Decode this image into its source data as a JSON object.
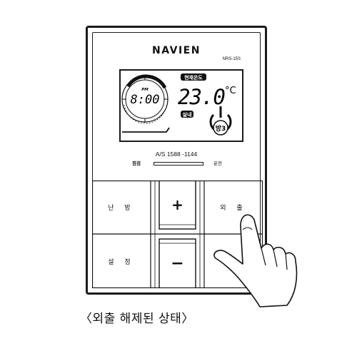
{
  "device": {
    "brand": "NAVIEN",
    "model": "NRS-15S",
    "as_line": "A/S 1588 -1144",
    "led_left_label": "점검",
    "led_right_label": "운전"
  },
  "lcd": {
    "time_period": "PM",
    "time": "8:00",
    "current_temp_label": "현재온도",
    "temperature": "23.0",
    "temp_unit": "°C",
    "indoor_label": "실내",
    "room_badge": "방3"
  },
  "buttons": {
    "heating": "난 방",
    "plus": "+",
    "outing": "외 출",
    "settings": "설 정",
    "minus": "−"
  },
  "caption": "〈외출 해제된 상태〉"
}
